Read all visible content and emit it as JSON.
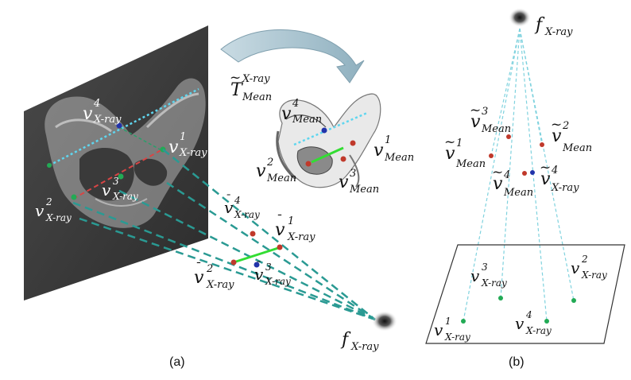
{
  "panels": [
    {
      "label": "(a)"
    },
    {
      "label": "(b)"
    }
  ],
  "labels": {
    "transform": {
      "sym": "T",
      "sup": "X-ray",
      "sub": "Mean"
    },
    "xray": {
      "v4": {
        "sym": "v",
        "sup": "4",
        "sub": "X-ray"
      },
      "v1": {
        "sym": "v",
        "sup": "1",
        "sub": "X-ray"
      },
      "v3": {
        "sym": "v",
        "sup": "3",
        "sub": "X-ray"
      },
      "v2": {
        "sym": "v",
        "sup": "2",
        "sub": "X-ray"
      }
    },
    "mean": {
      "v4": {
        "sym": "v",
        "sup": "4",
        "sub": "Mean"
      },
      "v1": {
        "sym": "v",
        "sup": "1",
        "sub": "Mean"
      },
      "v2": {
        "sym": "v",
        "sup": "2",
        "sub": "Mean"
      },
      "v3": {
        "sym": "v",
        "sup": "3",
        "sub": "Mean"
      }
    },
    "proj": {
      "v4": {
        "sym": "v",
        "sup": "4",
        "sub": "X-ray"
      },
      "v1": {
        "sym": "v",
        "sup": "1",
        "sub": "X-ray"
      },
      "v2": {
        "sym": "v",
        "sup": "2",
        "sub": "X-ray"
      },
      "v3": {
        "sym": "v",
        "sup": "3",
        "sub": "X-ray"
      }
    },
    "focus_a": {
      "sym": "f",
      "sub": "X-ray"
    },
    "focus_b": {
      "sym": "f",
      "sub": "X-ray"
    },
    "b_mean": {
      "v3": {
        "sym": "v",
        "sup": "3",
        "sub": "Mean"
      },
      "v2": {
        "sym": "v",
        "sup": "2",
        "sub": "Mean"
      },
      "v1": {
        "sym": "v",
        "sup": "1",
        "sub": "Mean"
      },
      "v4": {
        "sym": "v",
        "sup": "4",
        "sub": "Mean"
      },
      "v4x": {
        "sym": "v",
        "sup": "4",
        "sub": "X-ray"
      }
    },
    "b_plane": {
      "v3": {
        "sym": "v",
        "sup": "3",
        "sub": "X-ray"
      },
      "v2": {
        "sym": "v",
        "sup": "2",
        "sub": "X-ray"
      },
      "v1": {
        "sym": "v",
        "sup": "1",
        "sub": "X-ray"
      },
      "v4": {
        "sym": "v",
        "sup": "4",
        "sub": "X-ray"
      }
    }
  }
}
